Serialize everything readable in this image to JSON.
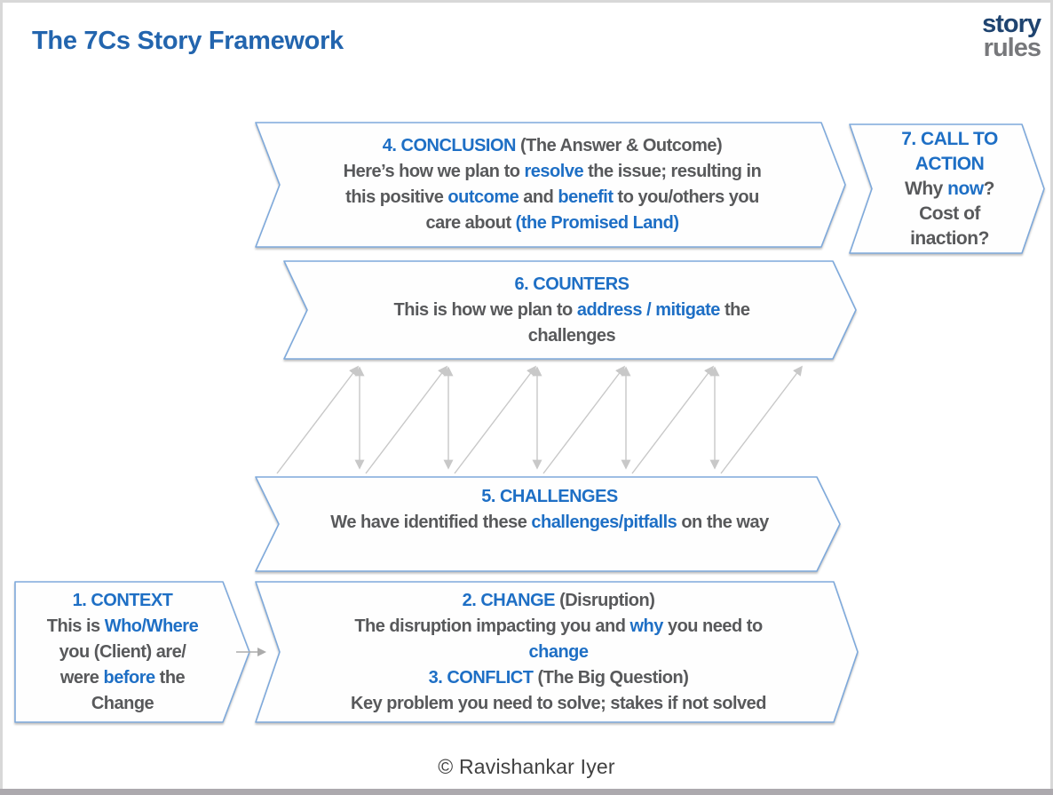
{
  "header": {
    "title": "The 7Cs Story Framework",
    "logo": {
      "top": "story",
      "bottom": "rules"
    }
  },
  "footer": {
    "credit": "© Ravishankar Iyer"
  },
  "colors": {
    "title_blue": "#2365AE",
    "accent_blue": "#1E6FC5",
    "text_gray": "#58595B",
    "box_border": "#7EA9DB",
    "box_fill": "#FEFEFE",
    "arrow_gray": "#C8C8C8",
    "logo_navy": "#1F4470",
    "logo_gray": "#77787B",
    "footer_gray": "#414141"
  },
  "boxes": {
    "conclusion": {
      "lines": [
        [
          "4. CONCLUSION",
          " (The Answer & Outcome)"
        ],
        [
          "Here’s how we plan to ",
          "resolve",
          " the issue; resulting in"
        ],
        [
          "this positive ",
          "outcome",
          " and ",
          "benefit",
          " to you/others you"
        ],
        [
          "care about ",
          "(the Promised Land)"
        ]
      ]
    },
    "call_to_action": {
      "lines": [
        [
          "7. CALL TO"
        ],
        [
          "ACTION"
        ],
        [
          "Why ",
          "now",
          "?"
        ],
        [
          "Cost of"
        ],
        [
          "inaction?"
        ]
      ]
    },
    "counters": {
      "lines": [
        [
          "6. COUNTERS"
        ],
        [
          "This is how we plan to ",
          "address / mitigate",
          " the"
        ],
        [
          "challenges"
        ]
      ]
    },
    "challenges": {
      "lines": [
        [
          "5. CHALLENGES"
        ],
        [
          "We have identified these ",
          "challenges/pitfalls",
          " on the way"
        ]
      ]
    },
    "context": {
      "lines": [
        [
          "1. CONTEXT"
        ],
        [
          "This is ",
          "Who/Where"
        ],
        [
          "you (Client) are/"
        ],
        [
          "were ",
          "before",
          " the"
        ],
        [
          "Change"
        ]
      ]
    },
    "change_conflict": {
      "lines": [
        [
          "2. CHANGE",
          " (Disruption)"
        ],
        [
          "The disruption impacting you and ",
          "why",
          " you need to"
        ],
        [
          "change"
        ],
        [
          "3. CONFLICT",
          " (The Big Question)"
        ],
        [
          "Key problem you need to solve; stakes if not solved"
        ]
      ]
    }
  }
}
